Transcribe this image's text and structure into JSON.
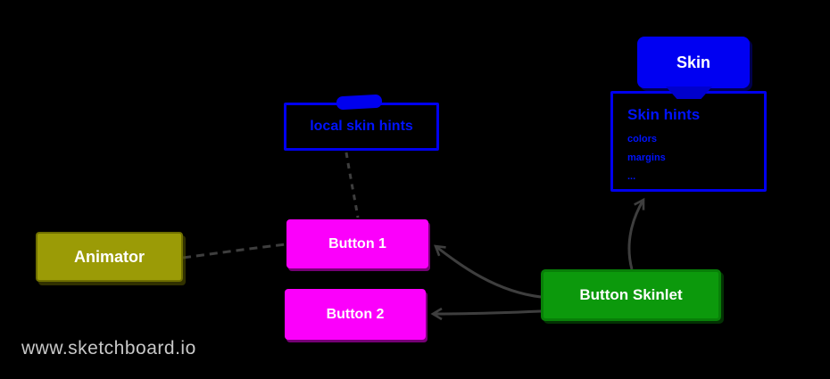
{
  "diagram": {
    "background": "#000000",
    "edge_color": "#3e3e3e",
    "watermark": {
      "label": "www.sketchboard.io",
      "color": "#c8c8c8"
    },
    "nodes": {
      "skin": {
        "label": "Skin",
        "fill": "#0000f2",
        "text_color": "#ffffff"
      },
      "skin_hints": {
        "title": "Skin hints",
        "items": [
          "colors",
          "margins",
          "..."
        ],
        "border_color": "#0000ee",
        "text_color": "#0013ff"
      },
      "local_skin_hints": {
        "label": "local skin hints",
        "border_color": "#0000ee",
        "text_color": "#0013ff"
      },
      "animator": {
        "label": "Animator",
        "fill": "#9b9b06",
        "text_color": "#ffffff"
      },
      "button_1": {
        "label": "Button 1",
        "fill": "#fb00fb",
        "text_color": "#ffffff"
      },
      "button_2": {
        "label": "Button 2",
        "fill": "#fb00fb",
        "text_color": "#ffffff"
      },
      "button_skinlet": {
        "label": "Button Skinlet",
        "fill": "#0c990c",
        "text_color": "#ffffff"
      }
    },
    "connectors": {
      "skin_to_skin_hints": {
        "type": "containment",
        "color": "#0000cc"
      },
      "local_hints_anchor": {
        "type": "scribble-anchor",
        "color": "#0000ee"
      }
    },
    "edges": [
      {
        "from": "animator",
        "to": "button_1",
        "style": "dashed",
        "arrow": "none"
      },
      {
        "from": "local_skin_hints",
        "to": "button_1",
        "style": "dashed",
        "arrow": "none"
      },
      {
        "from": "button_skinlet",
        "to": "button_1",
        "style": "solid",
        "arrow": "end"
      },
      {
        "from": "button_skinlet",
        "to": "button_2",
        "style": "solid",
        "arrow": "end"
      },
      {
        "from": "button_skinlet",
        "to": "skin_hints",
        "style": "solid",
        "arrow": "end"
      }
    ]
  }
}
